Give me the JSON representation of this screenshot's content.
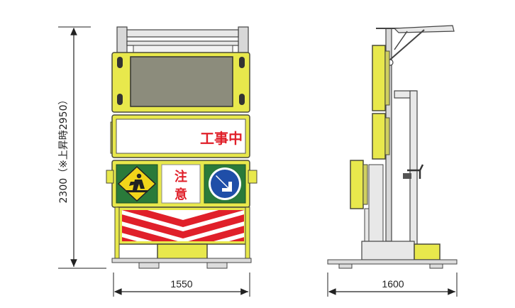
{
  "dimensions": {
    "height_label": "2300（※上昇時2950）",
    "front_width_label": "1550",
    "side_width_label": "1600"
  },
  "sign": {
    "banner_text": "工事中",
    "caution_line1": "注",
    "caution_line2": "意"
  },
  "colors": {
    "frame_yellow": "#e8e84c",
    "frame_stroke": "#4a4a3a",
    "panel_gray": "#8c8c7c",
    "banner_red": "#e0202a",
    "sign_green": "#2a7a3a",
    "sign_blue": "#1f4ea8",
    "stripe_red": "#e0202a",
    "steel_gray": "#c8c8c8"
  },
  "icons": {
    "worker_sign": "men-at-work-icon",
    "keep_right_sign": "arrow-down-right-icon"
  }
}
